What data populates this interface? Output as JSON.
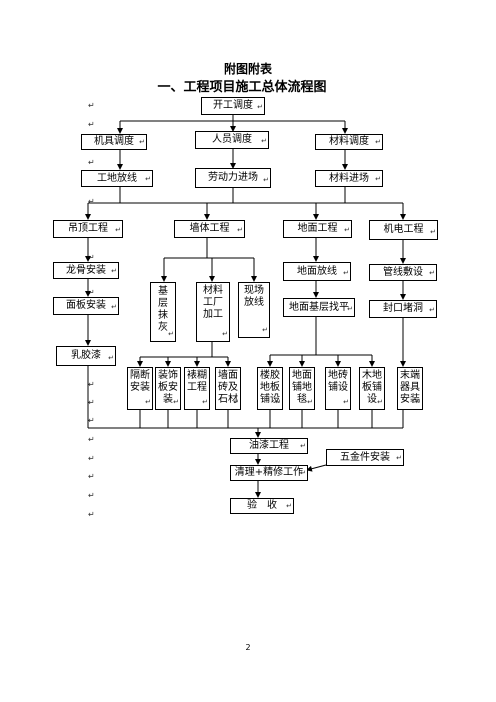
{
  "heading": "附图附表",
  "subheading": "一、工程项目施工总体流程图",
  "para_mark": "↵",
  "page_number": "2",
  "nodes": {
    "start": "开工调度",
    "machinery": "机具调度",
    "personnel": "人员调度",
    "material_dispatch": "材料调度",
    "site_layout": "工地放线",
    "labor_entry": "劳动力进场",
    "material_entry": "材料进场",
    "ceiling": "吊顶工程",
    "wall": "墙体工程",
    "floor": "地面工程",
    "mep": "机电工程",
    "keel": "龙骨安装",
    "panel": "面板安装",
    "latex": "乳胶漆",
    "base_plaster": "基层抹灰",
    "material_factory": "材料工厂加工",
    "site_layout2": "现场放线",
    "floor_layout": "地面放线",
    "floor_base": "地面基层找平",
    "pipe": "管线敷设",
    "seal": "封口堵洞",
    "partition": "隔断安装",
    "decor_panel": "装饰板安装",
    "wallpaper": "裱糊工程",
    "wall_tile": "墙面砖及石材",
    "plastic_floor": "楼胶地板铺设",
    "carpet": "地面铺地毯",
    "floor_tile": "地砖铺设",
    "wood_floor": "木地板铺设",
    "terminal": "末端器具安装",
    "paint": "油漆工程",
    "hardware": "五金件安装",
    "cleanup": "清理+精修工作",
    "acceptance": "验　收"
  }
}
